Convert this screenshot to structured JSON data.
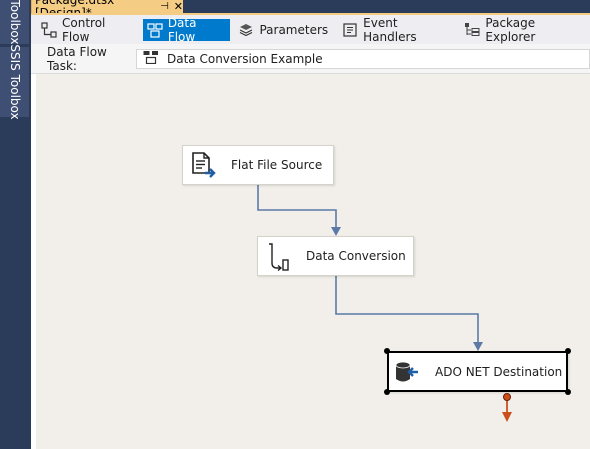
{
  "side_panel": {
    "toolbox_tab": "Toolbox",
    "ssis_toolbox_tab": "SSIS Toolbox"
  },
  "document_tab": {
    "title": "Package.dtsx [Design]*",
    "pin_glyph": "⊣",
    "close_glyph": "✕"
  },
  "designer_tabs": [
    {
      "label": "Control Flow",
      "icon": "control-flow-icon",
      "active": false
    },
    {
      "label": "Data Flow",
      "icon": "data-flow-icon",
      "active": true
    },
    {
      "label": "Parameters",
      "icon": "parameters-icon",
      "active": false
    },
    {
      "label": "Event Handlers",
      "icon": "event-handlers-icon",
      "active": false
    },
    {
      "label": "Package Explorer",
      "icon": "package-explorer-icon",
      "active": false
    }
  ],
  "task_row": {
    "label": "Data Flow Task:",
    "selected_task": "Data Conversion Example"
  },
  "components": {
    "flat_file_source": {
      "label": "Flat File Source",
      "icon": "flat-file-source-icon"
    },
    "data_conversion": {
      "label": "Data Conversion",
      "icon": "data-conversion-icon"
    },
    "ado_net_destination": {
      "label": "ADO NET Destination",
      "icon": "ado-net-destination-icon",
      "selected": true
    }
  },
  "colors": {
    "accent": "#007acc",
    "tab_highlight": "#f5cc84",
    "connector": "#5b7aa8",
    "error_output": "#c9501c",
    "canvas": "#f2efea"
  }
}
